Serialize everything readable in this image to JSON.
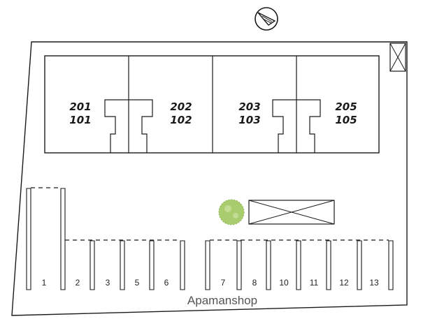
{
  "units": [
    {
      "upper": "201",
      "lower": "101"
    },
    {
      "upper": "202",
      "lower": "102"
    },
    {
      "upper": "203",
      "lower": "103"
    },
    {
      "upper": "205",
      "lower": "105"
    }
  ],
  "parking_spaces": [
    "1",
    "2",
    "3",
    "5",
    "6",
    "7",
    "8",
    "10",
    "11",
    "12",
    "13"
  ],
  "watermark": "Apamanshop",
  "icons": {
    "north": "north-arrow-icon",
    "tree": "tree-icon",
    "storage": "storage-box-icon",
    "utility": "utility-box-icon"
  },
  "colors": {
    "line": "#1a1a1a",
    "tree": "#a9cc6e"
  }
}
